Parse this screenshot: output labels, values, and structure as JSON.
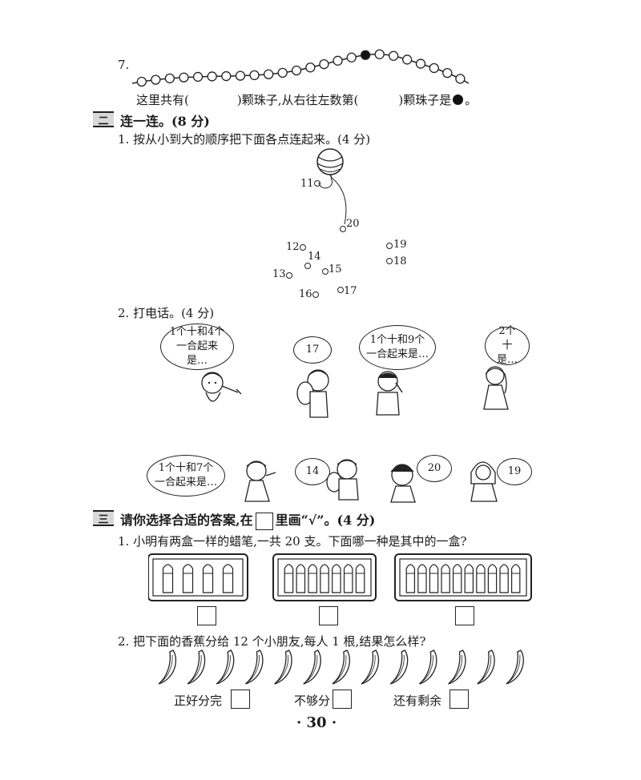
{
  "q7": {
    "number": "7.",
    "sentence": {
      "part1": "这里共有(",
      "part2": ")颗珠子,从右往左数第(",
      "part3": ")颗珠子是",
      "part4": "。"
    }
  },
  "section2": {
    "mark": "二",
    "title": "连一连。(8 分)",
    "q1": {
      "text": "1. 按从小到大的顺序把下面各点连起来。(4 分)",
      "points": [
        "11",
        "20",
        "12",
        "14",
        "13",
        "15",
        "16",
        "17",
        "19",
        "18"
      ]
    },
    "q2": {
      "text": "2. 打电话。(4 分)",
      "top_bubbles": [
        "1个十和4个一合起来是…",
        "17",
        "1个十和9个一合起来是…",
        "2个十是…"
      ],
      "bottom_bubbles": [
        "1个十和7个一合起来是…",
        "14",
        "20",
        "19"
      ]
    }
  },
  "section3": {
    "mark": "三",
    "title_part1": "请你选择合适的答案,在",
    "title_part2": "里画“√”。(4 分)",
    "q1": {
      "text": "1. 小明有两盒一样的蜡笔,一共 20 支。下面哪一种是其中的一盒?",
      "boxes": [
        4,
        7,
        10
      ]
    },
    "q2": {
      "text": "2. 把下面的香蕉分给 12 个小朋友,每人 1 根,结果怎么样?",
      "banana_count": 13,
      "options": [
        "正好分完",
        "不够分",
        "还有剩余"
      ]
    }
  },
  "page_number": "· 30 ·"
}
